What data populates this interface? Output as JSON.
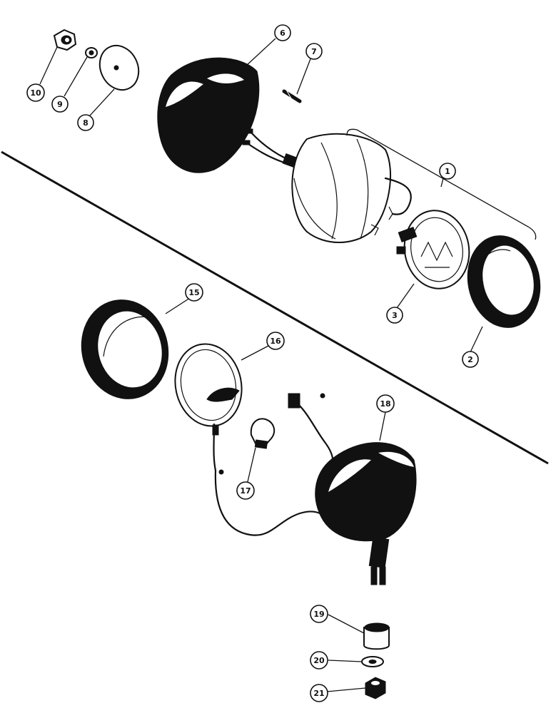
{
  "callouts": {
    "c1": "1",
    "c2": "2",
    "c3": "3",
    "c6": "6",
    "c7": "7",
    "c8": "8",
    "c9": "9",
    "c10": "10",
    "c15": "15",
    "c16": "16",
    "c17": "17",
    "c18": "18",
    "c19": "19",
    "c20": "20",
    "c21": "21"
  },
  "colors": {
    "ink": "#111111",
    "paper": "#ffffff"
  }
}
